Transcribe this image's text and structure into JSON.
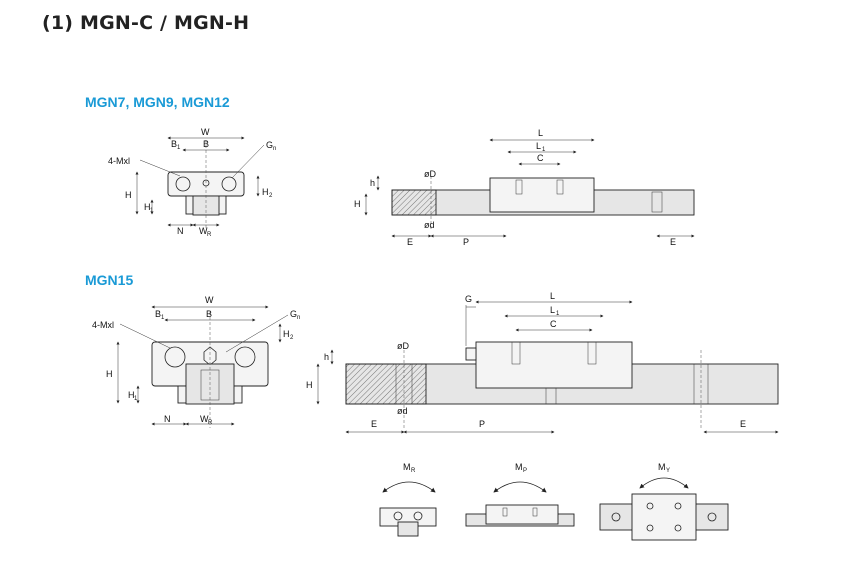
{
  "title": "(1) MGN-C / MGN-H",
  "sections": {
    "small": "MGN7, MGN9, MGN12",
    "large": "MGN15"
  },
  "labels": {
    "W": "W",
    "B": "B",
    "B1": "B",
    "B1_sub": "1",
    "G": "G",
    "Gn": "G",
    "Gn_sub": "n",
    "mx": "4-Mxl",
    "H": "H",
    "H1": "H",
    "H1_sub": "1",
    "H2": "H",
    "H2_sub": "2",
    "N": "N",
    "WR": "W",
    "WR_sub": "R",
    "L": "L",
    "L1": "L",
    "L1_sub": "1",
    "C": "C",
    "h": "h",
    "phiD": "øD",
    "phid": "ød",
    "E": "E",
    "P": "P"
  },
  "moments": {
    "MR": "M",
    "MR_sub": "R",
    "MP": "M",
    "MP_sub": "P",
    "MY": "M",
    "MY_sub": "Y"
  },
  "colors": {
    "accent": "#1a9ad6",
    "line": "#222222",
    "fill": "#f4f4f4",
    "hatch": "#444444"
  }
}
